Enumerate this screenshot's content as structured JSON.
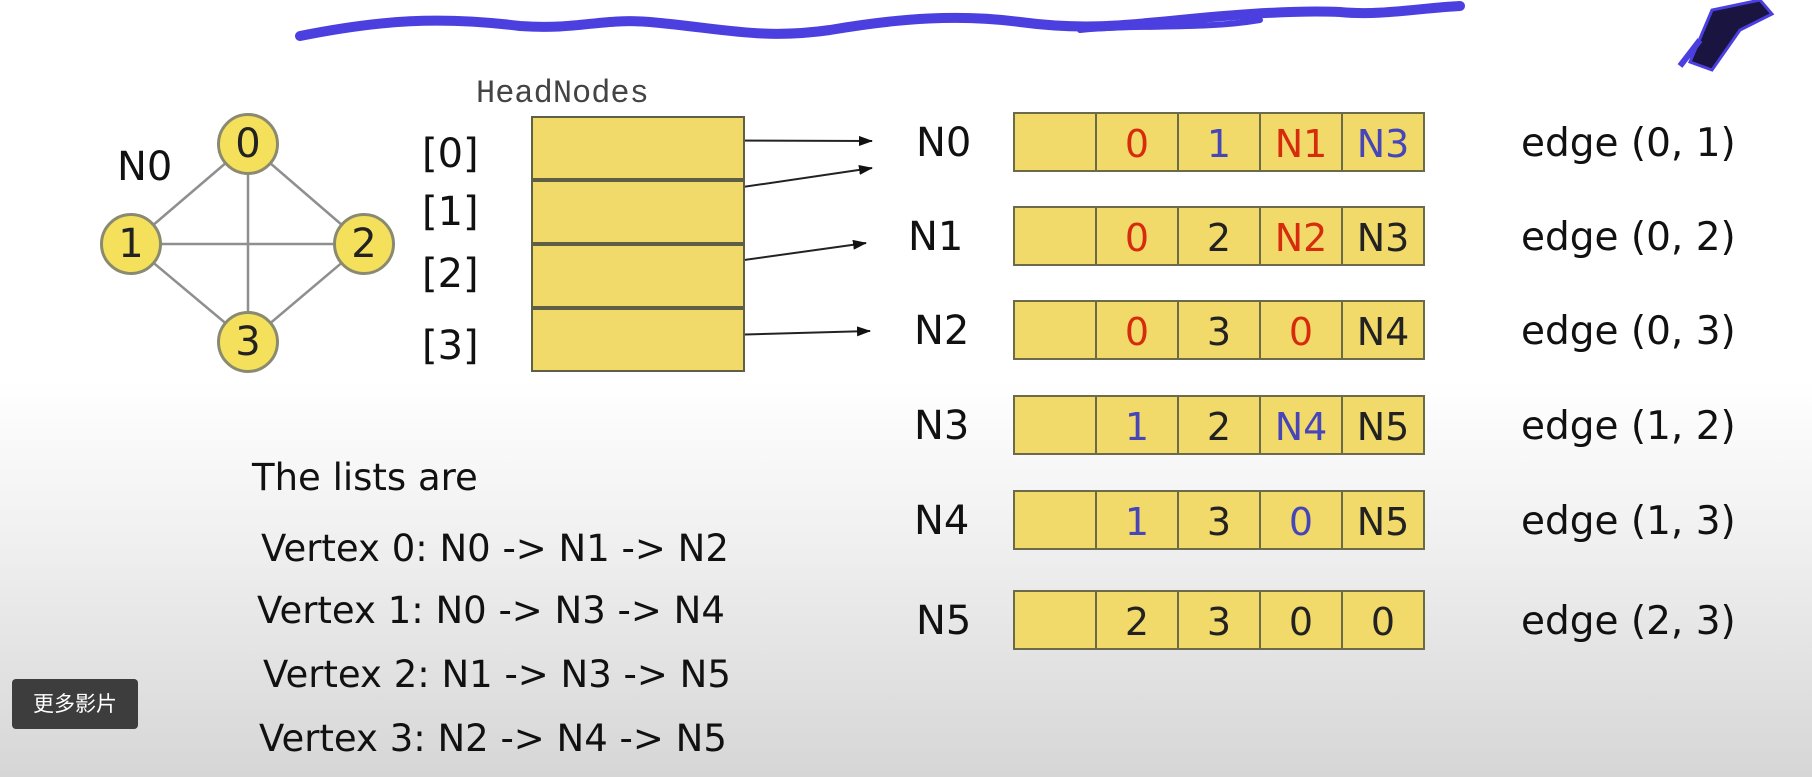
{
  "graph": {
    "label": "N0",
    "vertices": [
      "0",
      "1",
      "2",
      "3"
    ]
  },
  "headnodes": {
    "title": "HeadNodes",
    "indices": [
      "[0]",
      "[1]",
      "[2]",
      "[3]"
    ]
  },
  "edge_nodes": [
    {
      "label": "N0",
      "cells": [
        {
          "text": "",
          "color": "black"
        },
        {
          "text": "0",
          "color": "red"
        },
        {
          "text": "1",
          "color": "blue"
        },
        {
          "text": "N1",
          "color": "red"
        },
        {
          "text": "N3",
          "color": "blue"
        }
      ],
      "edge": "edge (0, 1)"
    },
    {
      "label": "N1",
      "cells": [
        {
          "text": "",
          "color": "black"
        },
        {
          "text": "0",
          "color": "red"
        },
        {
          "text": "2",
          "color": "black"
        },
        {
          "text": "N2",
          "color": "red"
        },
        {
          "text": "N3",
          "color": "black"
        }
      ],
      "edge": "edge (0, 2)"
    },
    {
      "label": "N2",
      "cells": [
        {
          "text": "",
          "color": "black"
        },
        {
          "text": "0",
          "color": "red"
        },
        {
          "text": "3",
          "color": "black"
        },
        {
          "text": "0",
          "color": "red"
        },
        {
          "text": "N4",
          "color": "black"
        }
      ],
      "edge": "edge (0, 3)"
    },
    {
      "label": "N3",
      "cells": [
        {
          "text": "",
          "color": "black"
        },
        {
          "text": "1",
          "color": "blue"
        },
        {
          "text": "2",
          "color": "black"
        },
        {
          "text": "N4",
          "color": "blue"
        },
        {
          "text": "N5",
          "color": "black"
        }
      ],
      "edge": "edge (1, 2)"
    },
    {
      "label": "N4",
      "cells": [
        {
          "text": "",
          "color": "black"
        },
        {
          "text": "1",
          "color": "blue"
        },
        {
          "text": "3",
          "color": "black"
        },
        {
          "text": "0",
          "color": "blue"
        },
        {
          "text": "N5",
          "color": "black"
        }
      ],
      "edge": "edge (1, 3)"
    },
    {
      "label": "N5",
      "cells": [
        {
          "text": "",
          "color": "black"
        },
        {
          "text": "2",
          "color": "black"
        },
        {
          "text": "3",
          "color": "black"
        },
        {
          "text": "0",
          "color": "black"
        },
        {
          "text": "0",
          "color": "black"
        }
      ],
      "edge": "edge (2, 3)"
    }
  ],
  "lists": {
    "heading": "The lists are",
    "items": [
      "Vertex 0: N0 -> N1 -> N2",
      "Vertex 1: N0 -> N3 -> N4",
      "Vertex 2: N1 -> N3 -> N5",
      "Vertex 3: N2 -> N4 -> N5"
    ]
  },
  "overlay": {
    "more_videos_label": "更多影片"
  },
  "colors": {
    "cell_fill": "#f1d96a",
    "node_fill": "#f5e05c",
    "pen_stroke": "#4b3fe0",
    "red_text": "#d62b0c",
    "blue_text": "#4646b8"
  }
}
